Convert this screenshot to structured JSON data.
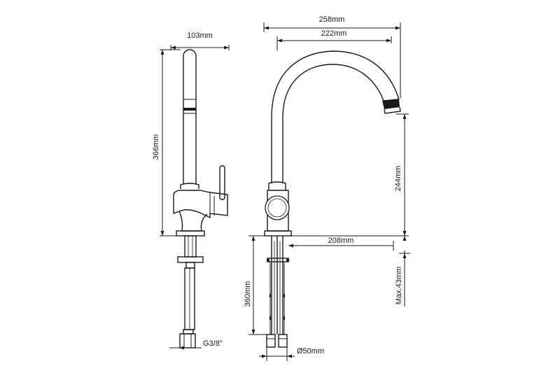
{
  "dimensions": {
    "side_width": "103mm",
    "side_height": "366mm",
    "hose_thread": "G3/8\"",
    "front_total_width": "258mm",
    "spout_reach": "222mm",
    "spout_height": "244mm",
    "base_to_spout": "208mm",
    "max_deck": "Max.43mm",
    "hose_length": "360mm",
    "base_diameter": "Ø50mm"
  },
  "colors": {
    "line": "#1a1a1a",
    "background": "#ffffff"
  }
}
